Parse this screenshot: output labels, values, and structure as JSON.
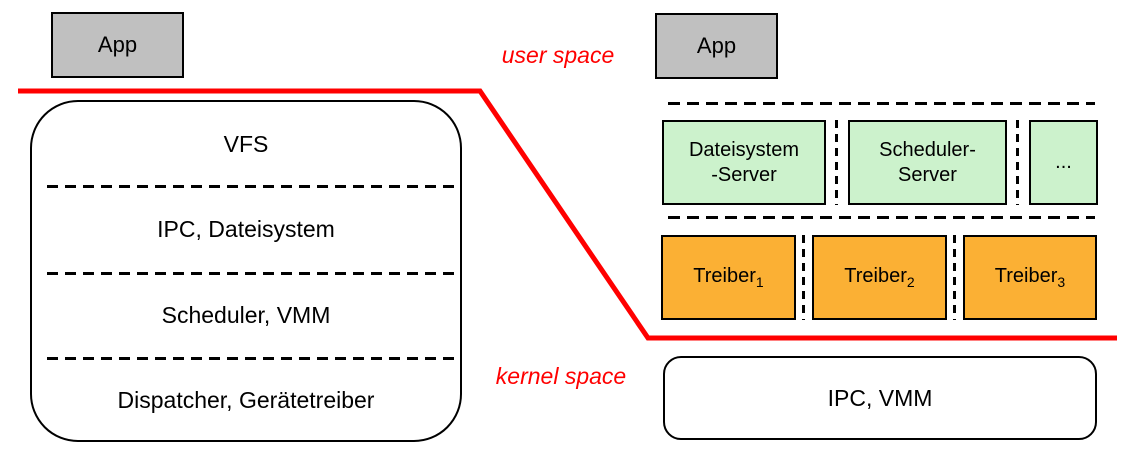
{
  "labels": {
    "user_space": "user space",
    "kernel_space": "kernel space"
  },
  "colors": {
    "boundary_red": "#ff0000",
    "app_gray": "#c0c0c0",
    "server_green": "#ccf2cc",
    "driver_orange": "#fbb034",
    "line_black": "#000000"
  },
  "monolithic": {
    "app_label": "App",
    "layers": [
      "VFS",
      "IPC, Dateisystem",
      "Scheduler, VMM",
      "Dispatcher, Gerätetreiber"
    ]
  },
  "microkernel": {
    "app_label": "App",
    "servers": [
      {
        "lines": [
          "Dateisystem",
          "-Server"
        ]
      },
      {
        "lines": [
          "Scheduler-",
          "Server"
        ]
      },
      {
        "lines": [
          "..."
        ]
      }
    ],
    "drivers": [
      {
        "base": "Treiber",
        "sub": "1"
      },
      {
        "base": "Treiber",
        "sub": "2"
      },
      {
        "base": "Treiber",
        "sub": "3"
      }
    ],
    "kernel_label": "IPC, VMM"
  }
}
